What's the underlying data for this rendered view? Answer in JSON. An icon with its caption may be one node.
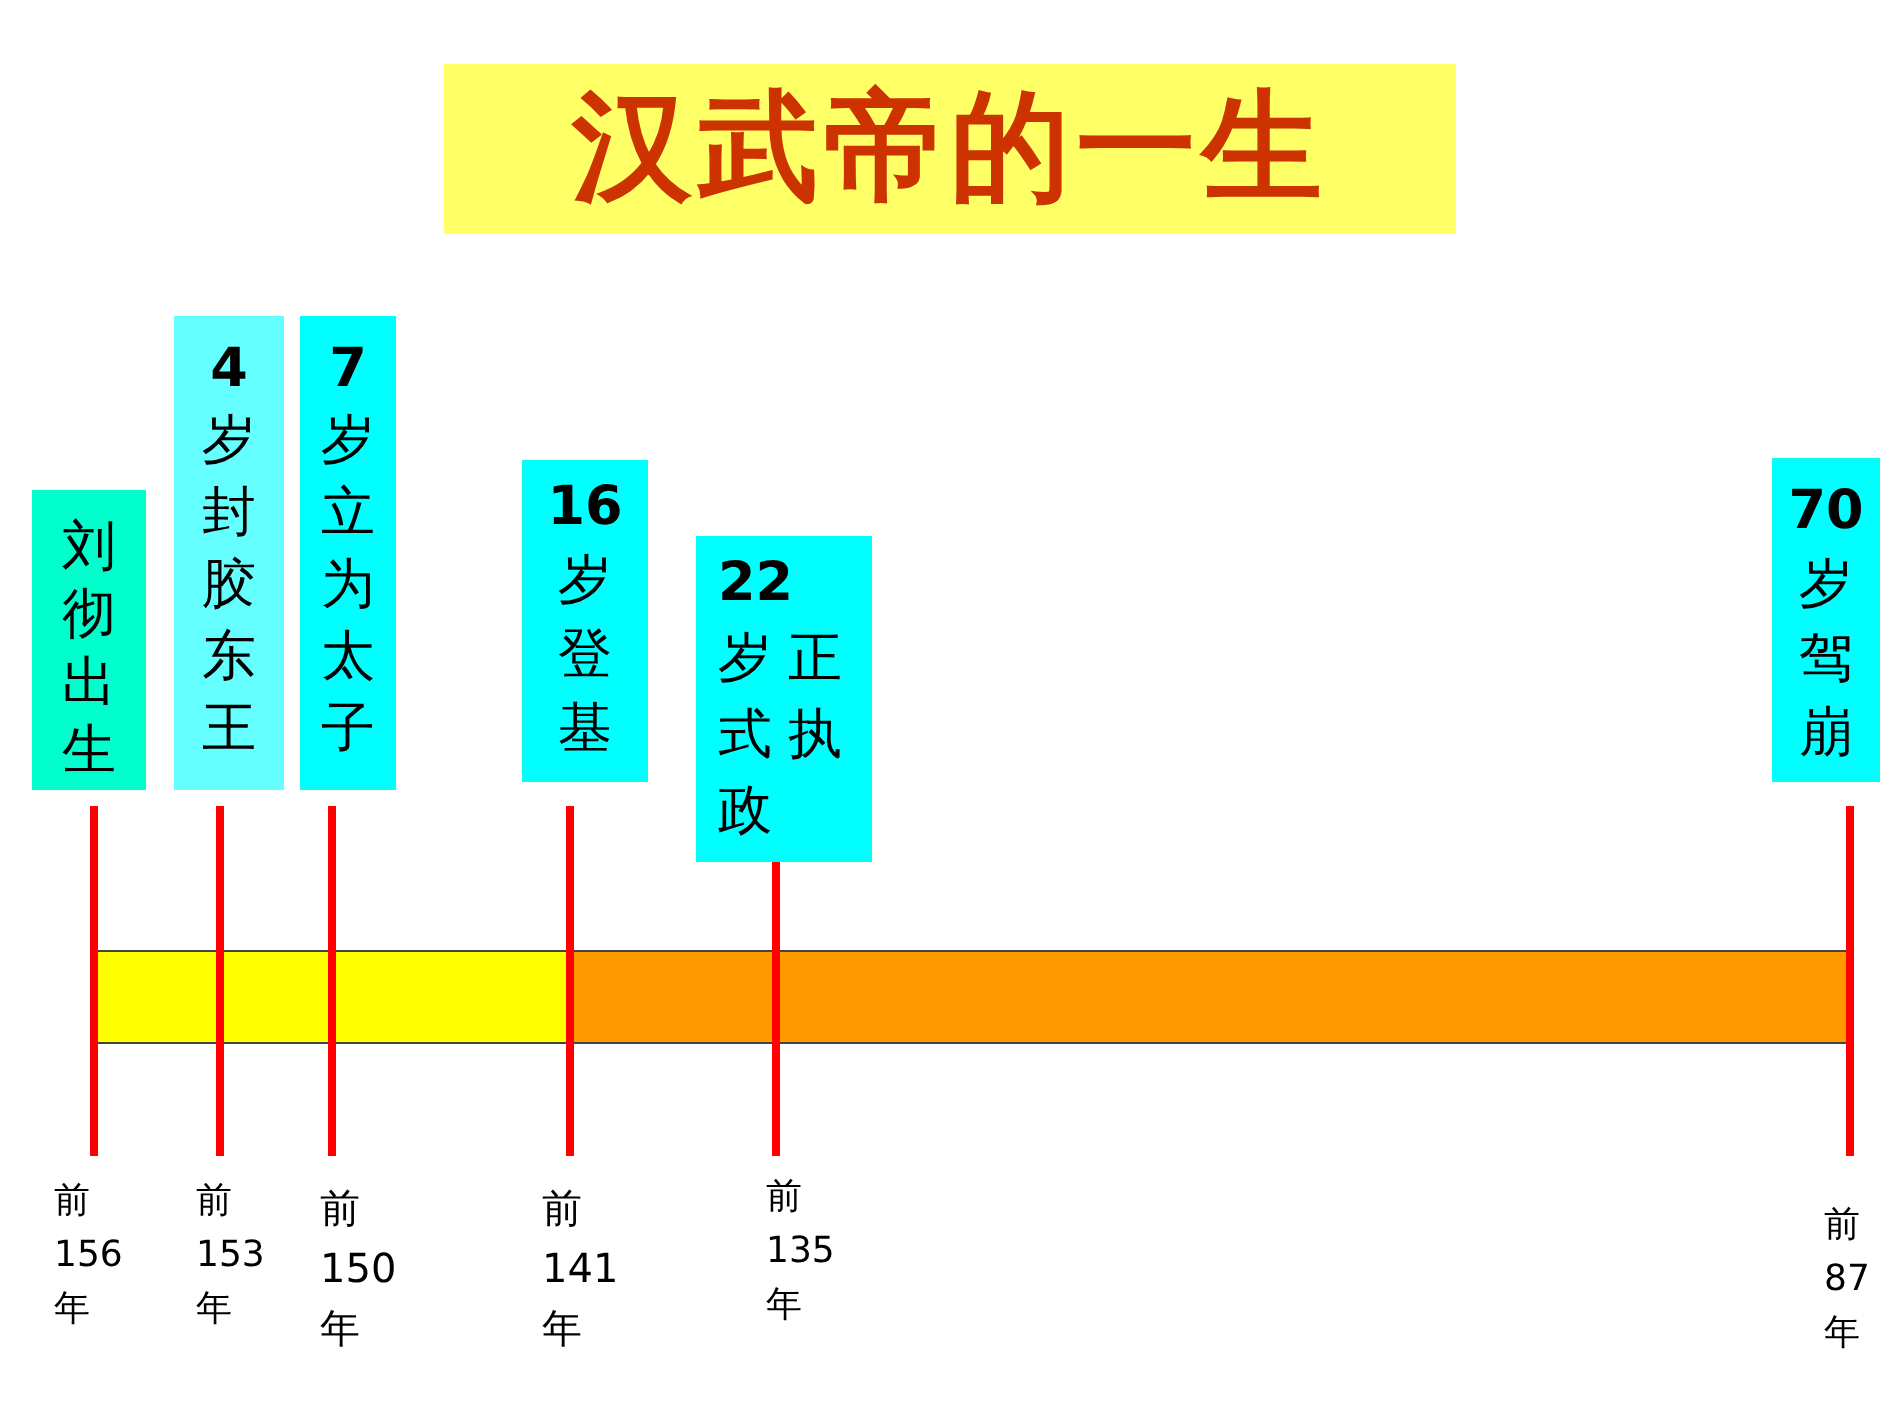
{
  "diagram": {
    "title": "汉武帝的一生",
    "nodes": [
      {
        "text": [
          "刘彻出生"
        ]
      },
      {
        "text": [
          "4岁封胶东王"
        ]
      },
      {
        "text": [
          "7岁立为太子"
        ]
      },
      {
        "text": [
          "16岁登基"
        ]
      },
      {
        "text": [
          "22岁正式执政"
        ]
      },
      {
        "text": [
          "70岁驾崩"
        ]
      },
      {
        "text": [],
        "shape": "bar"
      },
      {
        "text": [],
        "shape": "bar"
      }
    ],
    "labels": [
      "前156年",
      "前153年",
      "前150年",
      "前141年",
      "前135年",
      "前87年"
    ]
  }
}
